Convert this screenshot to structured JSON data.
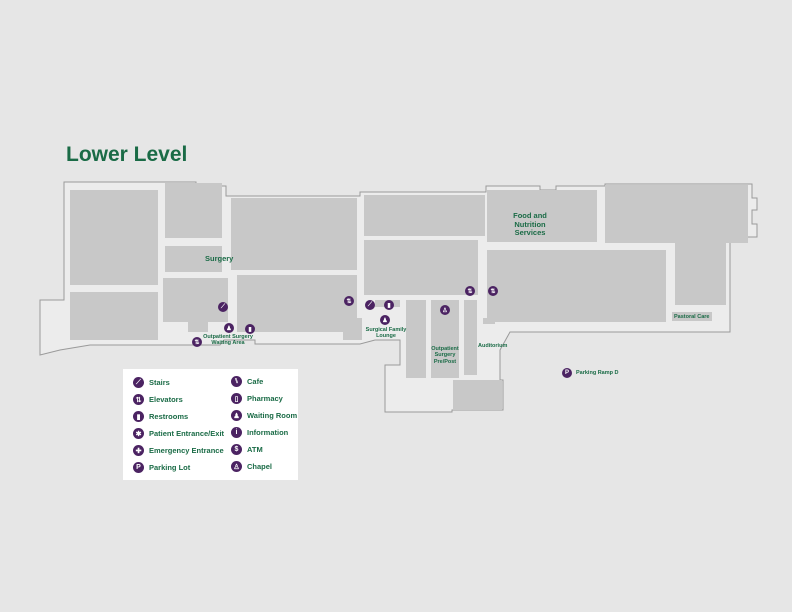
{
  "title": "Lower Level",
  "areas": {
    "surgery": "Surgery",
    "food": "Food and Nutrition Services",
    "outpatient_waiting": "Outpatient Surgery Waiting Area",
    "surgical_family": "Surgical Family Lounge",
    "outpatient_prepost": "Outpatient Surgery Pre/Post",
    "auditorium": "Auditorium",
    "pastoral": "Pastoral Care",
    "parking_ramp": "Parking Ramp D"
  },
  "legend": [
    {
      "label": "Stairs",
      "icon": "stairs-icon",
      "glyph": "⟋"
    },
    {
      "label": "Elevators",
      "icon": "elevator-icon",
      "glyph": "⇅"
    },
    {
      "label": "Restrooms",
      "icon": "restroom-icon",
      "glyph": "▮"
    },
    {
      "label": "Patient Entrance/Exit",
      "icon": "patient-entrance-icon",
      "glyph": "✱"
    },
    {
      "label": "Emergency Entrance",
      "icon": "emergency-icon",
      "glyph": "✚"
    },
    {
      "label": "Parking Lot",
      "icon": "parking-icon",
      "glyph": "P"
    },
    {
      "label": "Cafe",
      "icon": "cafe-icon",
      "glyph": "⑊"
    },
    {
      "label": "Pharmacy",
      "icon": "pharmacy-icon",
      "glyph": "▯"
    },
    {
      "label": "Waiting Room",
      "icon": "waiting-room-icon",
      "glyph": "♟"
    },
    {
      "label": "Information",
      "icon": "information-icon",
      "glyph": "i"
    },
    {
      "label": "ATM",
      "icon": "atm-icon",
      "glyph": "$"
    },
    {
      "label": "Chapel",
      "icon": "chapel-icon",
      "glyph": "♙"
    }
  ],
  "colors": {
    "accent": "#1a6b46",
    "icon": "#4b2362",
    "room": "#c8c8c8",
    "floor": "#ebebeb"
  }
}
